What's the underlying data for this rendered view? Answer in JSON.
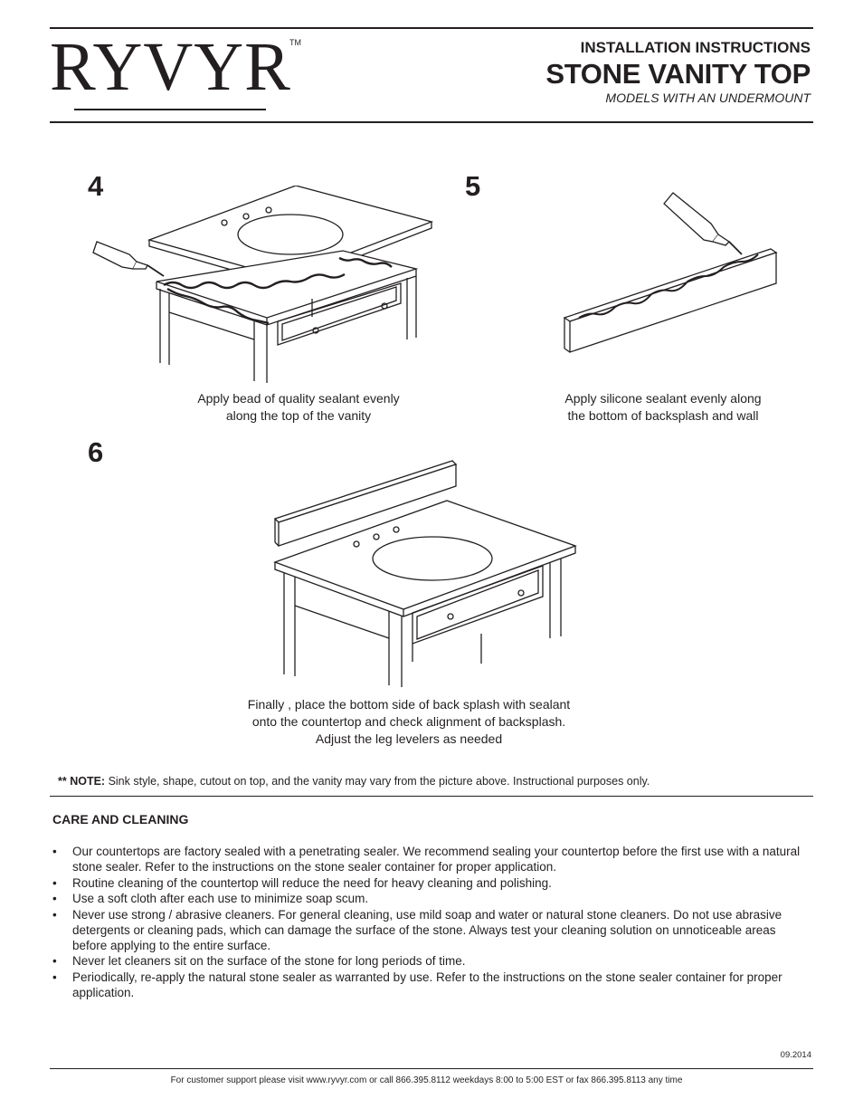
{
  "header": {
    "logo_text": "RYVYR",
    "trademark": "TM",
    "doc_type": "INSTALLATION INSTRUCTIONS",
    "product": "STONE VANITY TOP",
    "models": "MODELS WITH AN UNDERMOUNT"
  },
  "steps": [
    {
      "number": "4",
      "caption": [
        "Apply bead of quality sealant evenly",
        "along the top of the vanity"
      ]
    },
    {
      "number": "5",
      "caption": [
        "Apply silicone sealant evenly along",
        "the bottom of backsplash and wall"
      ]
    },
    {
      "number": "6",
      "caption": [
        "Finally , place the bottom side of back splash with sealant",
        "onto the countertop and check alignment of backsplash.",
        "Adjust the leg levelers as needed"
      ]
    }
  ],
  "note": {
    "label": "** NOTE:",
    "text": " Sink style, shape, cutout on top, and the vanity may vary from the picture above. Instructional purposes only."
  },
  "care": {
    "title": "CARE AND CLEANING",
    "items": [
      "Our countertops are factory sealed with a penetrating sealer. We recommend sealing your countertop before the first use with a natural stone sealer. Refer to the instructions on the stone sealer container for proper application.",
      "Routine cleaning of the countertop will reduce the need for heavy cleaning and polishing.",
      "Use a soft cloth after each use to minimize soap scum.",
      "Never use strong / abrasive cleaners. For general cleaning, use mild soap and water or natural stone cleaners. Do not use abrasive detergents or cleaning pads, which can damage the surface of the stone. Always test your cleaning solution on unnoticeable areas before applying to the entire surface.",
      "Never let cleaners sit on the surface of the stone for long periods of time.",
      "Periodically, re-apply the natural stone sealer as warranted by use. Refer to the instructions on the stone sealer container for proper application."
    ]
  },
  "revision_date": "09.2014",
  "footer": "For customer support please visit www.ryvyr.com or call 866.395.8112 weekdays 8:00 to 5:00 EST or fax 866.395.8113 any time"
}
